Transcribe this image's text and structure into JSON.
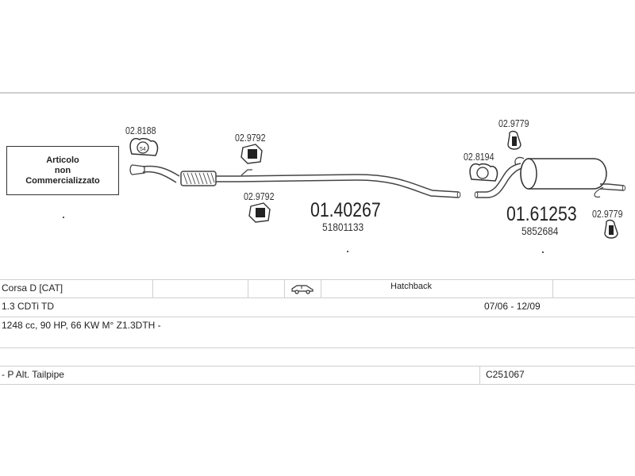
{
  "parts": {
    "clamp_front": "02.8188",
    "rubber_mount_upper": "02.9792",
    "rubber_mount_lower": "02.9792",
    "center_pipe_code": "01.40267",
    "center_pipe_oem": "51801133",
    "clamp_rear": "02.8194",
    "rubber_mount_rear_upper": "02.9779",
    "rear_silencer_code": "01.61253",
    "rear_silencer_oem": "5852684",
    "rubber_mount_rear_lower": "02.9779"
  },
  "notice": {
    "line1": "Articolo",
    "line2": "non",
    "line3": "Commercializzato"
  },
  "table": {
    "model": "Corsa D  [CAT]",
    "body_icon": "car-hatchback-icon",
    "body_type": "Hatchback",
    "engine": "1.3 CDTi TD",
    "years": "07/06 - 12/09",
    "spec": "1248 cc, 90 HP, 66 KW M° Z1.3DTH -",
    "tailpipe": "- P Alt. Tailpipe",
    "catalog_code": "C251067"
  }
}
